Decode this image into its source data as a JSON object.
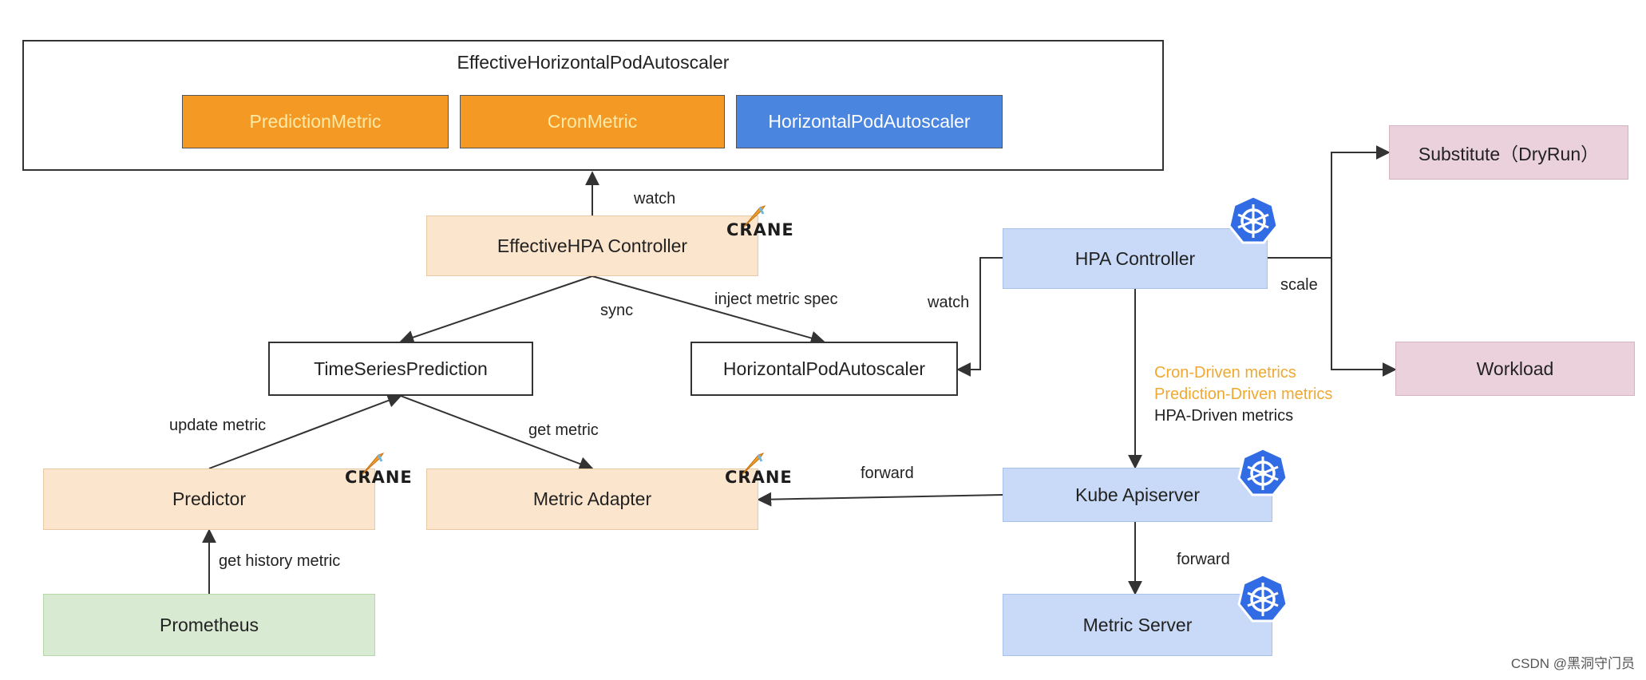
{
  "outer": {
    "title": "EffectiveHorizontalPodAutoscaler"
  },
  "inner": {
    "prediction": "PredictionMetric",
    "cron": "CronMetric",
    "hpa": "HorizontalPodAutoscaler"
  },
  "nodes": {
    "ehpa_controller": "EffectiveHPA Controller",
    "tsp": "TimeSeriesPrediction",
    "hpa_obj": "HorizontalPodAutoscaler",
    "predictor": "Predictor",
    "metric_adapter": "Metric Adapter",
    "prometheus": "Prometheus",
    "hpa_controller": "HPA Controller",
    "kube_apiserver": "Kube Apiserver",
    "metric_server": "Metric Server",
    "substitute": "Substitute（DryRun）",
    "workload": "Workload"
  },
  "edges": {
    "watch_top": "watch",
    "sync": "sync",
    "inject": "inject metric spec",
    "watch_hpa": "watch",
    "update_metric": "update metric",
    "get_metric": "get metric",
    "get_history": "get history metric",
    "forward_adapter": "forward",
    "forward_server": "forward",
    "scale": "scale"
  },
  "metrics_note": {
    "cron": "Cron-Driven metrics",
    "prediction": "Prediction-Driven metrics",
    "hpa": "HPA-Driven metrics"
  },
  "logos": {
    "crane": "CRANE",
    "k8s": "kubernetes-helm-icon"
  },
  "watermark": "CSDN @黑洞守门员",
  "colors": {
    "orange_fill": "#f49a24",
    "blue_fill": "#4a86e0",
    "peach_fill": "#fce5cd",
    "light_blue_fill": "#c9daf8",
    "pink_fill": "#ead1dc",
    "green_fill": "#d9ead3",
    "orange_text": "#f0a830",
    "k8s_blue": "#326ce5"
  }
}
